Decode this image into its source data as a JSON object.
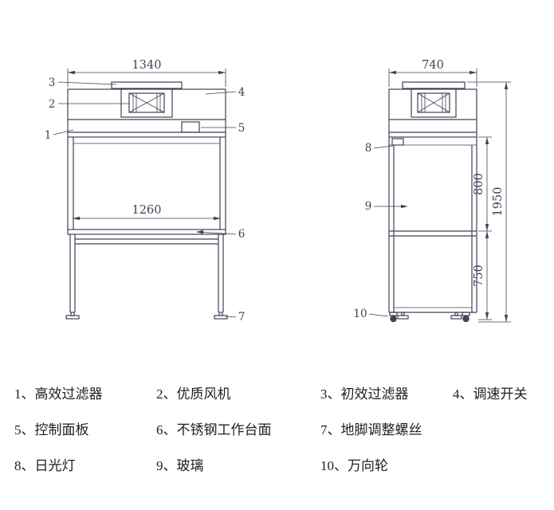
{
  "drawing": {
    "line_color": "#3f4254",
    "text_color": "#1f1f1f",
    "dimensions": {
      "front_width": "1340",
      "front_inner_width": "1260",
      "side_width": "740",
      "glass_height": "800",
      "stand_height": "750",
      "total_height": "1950"
    },
    "callouts": {
      "c1": "1",
      "c2": "2",
      "c3": "3",
      "c4": "4",
      "c5": "5",
      "c6": "6",
      "c7": "7",
      "c8": "8",
      "c9": "9",
      "c10": "10"
    }
  },
  "legend": {
    "items": [
      {
        "text": "1、高效过滤器"
      },
      {
        "text": "2、优质风机"
      },
      {
        "text": "3、初效过滤器"
      },
      {
        "text": "4、调速开关"
      },
      {
        "text": "5、控制面板"
      },
      {
        "text": "6、不锈钢工作台面"
      },
      {
        "text": "7、地脚调整螺丝"
      },
      {
        "text": "8、日光灯"
      },
      {
        "text": "9、玻璃"
      },
      {
        "text": "10、万向轮"
      }
    ]
  }
}
